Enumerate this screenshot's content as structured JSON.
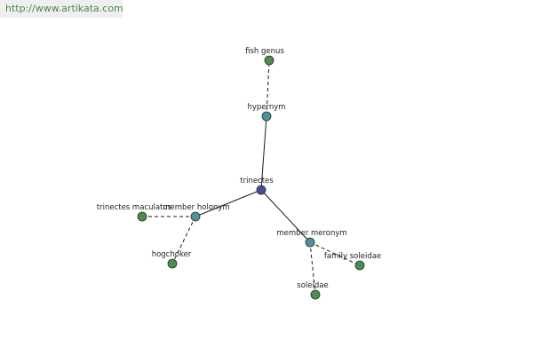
{
  "watermark": {
    "text": "http://www.artikata.com"
  },
  "colors": {
    "root": "#4a4a9a",
    "relation": "#4f8fa0",
    "leaf": "#4f8a4f"
  },
  "nodes": [
    {
      "id": "trinectes",
      "label": "trinectes",
      "kind": "root"
    },
    {
      "id": "hypernym",
      "label": "hypernym",
      "kind": "relation"
    },
    {
      "id": "fish-genus",
      "label": "fish genus",
      "kind": "leaf"
    },
    {
      "id": "member-holonym",
      "label": "member holonym",
      "kind": "relation"
    },
    {
      "id": "trinectes-maculatus",
      "label": "trinectes maculatus",
      "kind": "leaf"
    },
    {
      "id": "hogchoker",
      "label": "hogchoker",
      "kind": "leaf"
    },
    {
      "id": "member-meronym",
      "label": "member meronym",
      "kind": "relation"
    },
    {
      "id": "family-soleidae",
      "label": "family soleidae",
      "kind": "leaf"
    },
    {
      "id": "soleidae",
      "label": "soleidae",
      "kind": "leaf"
    }
  ],
  "edges": [
    {
      "from": "trinectes",
      "to": "hypernym",
      "style": "solid"
    },
    {
      "from": "hypernym",
      "to": "fish-genus",
      "style": "dashed"
    },
    {
      "from": "trinectes",
      "to": "member-holonym",
      "style": "solid"
    },
    {
      "from": "member-holonym",
      "to": "trinectes-maculatus",
      "style": "dashed"
    },
    {
      "from": "member-holonym",
      "to": "hogchoker",
      "style": "dashed"
    },
    {
      "from": "trinectes",
      "to": "member-meronym",
      "style": "solid"
    },
    {
      "from": "member-meronym",
      "to": "family-soleidae",
      "style": "dashed"
    },
    {
      "from": "member-meronym",
      "to": "soleidae",
      "style": "dashed"
    }
  ]
}
